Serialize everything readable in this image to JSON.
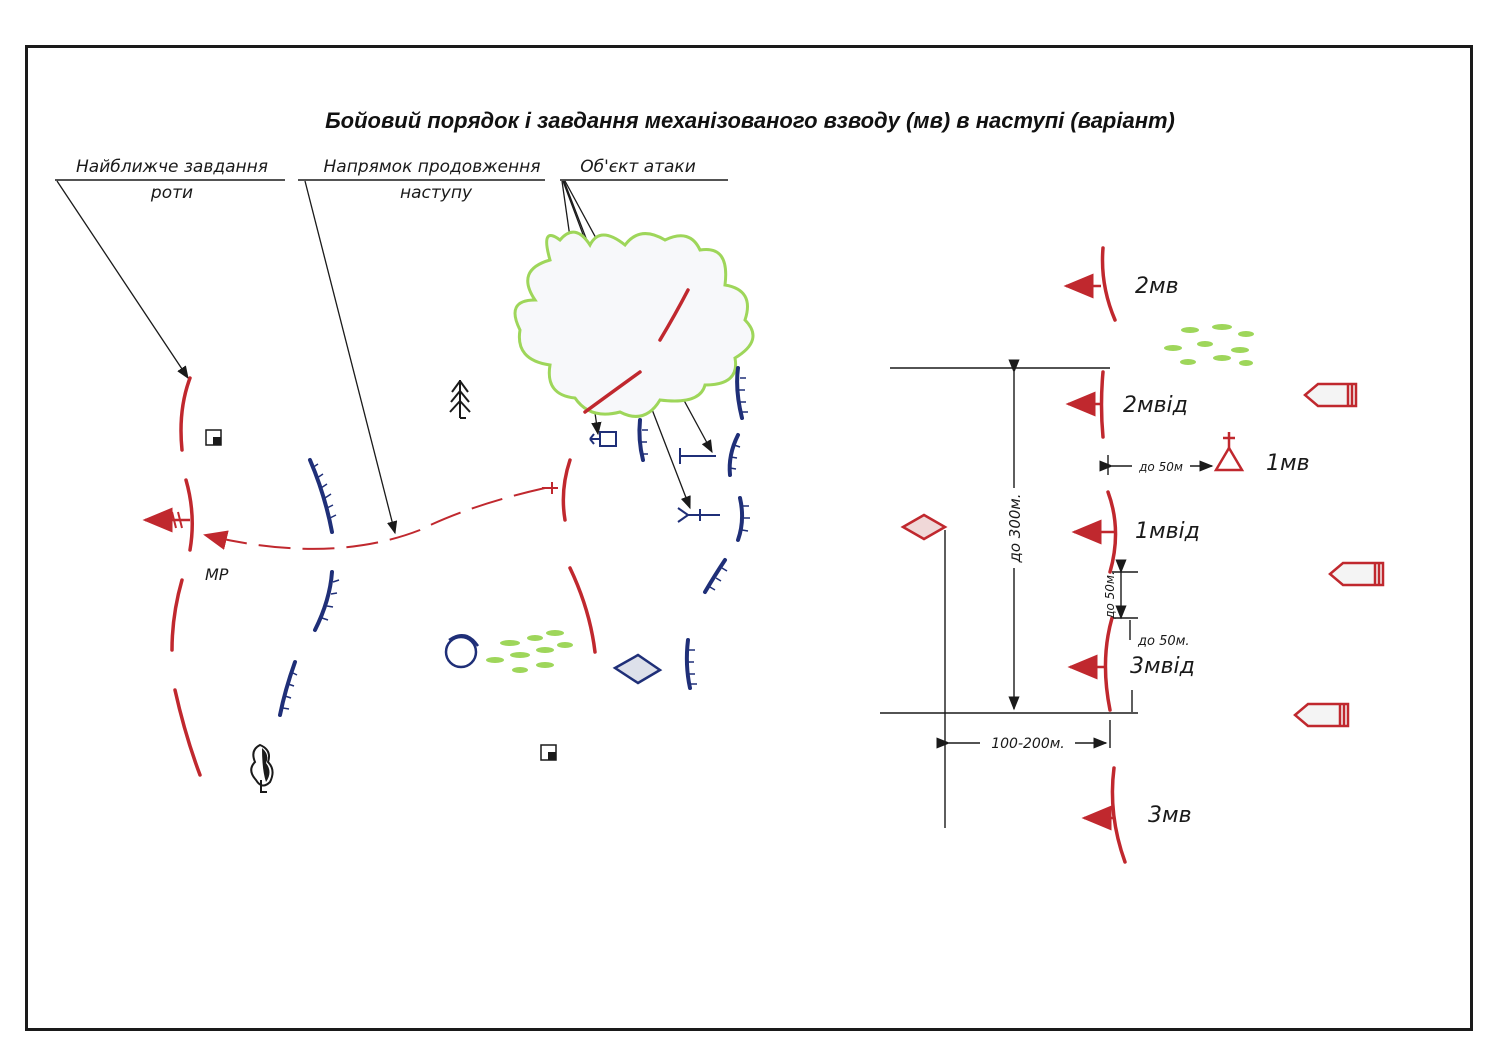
{
  "title": "Бойовий порядок і завдання механізованого взводу (мв) в наступі (варіант)",
  "callouts": {
    "nearest_task_line1": "Найближче завдання",
    "nearest_task_line2": "роти",
    "direction_line1": "Напрямок продовження",
    "direction_line2": "наступу",
    "attack_object": "Об'єкт атаки"
  },
  "left_scheme": {
    "reserve_label": "МР"
  },
  "right_scheme": {
    "platoons": {
      "p2": "2мв",
      "p1": "1мв",
      "p3": "3мв"
    },
    "squads": {
      "s2": "2мвід",
      "s1": "1мвід",
      "s3": "3мвід"
    },
    "dimensions": {
      "depth": "до 300м.",
      "width": "100-200м.",
      "to_commander": "до 50м",
      "gap_between_squads": "до 50м.",
      "gap_lower": "до 50м."
    }
  },
  "colors": {
    "friendly": "#c0282e",
    "enemy": "#1f2f78",
    "vegetation": "#9ed65a",
    "ink": "#1a1a1a"
  }
}
